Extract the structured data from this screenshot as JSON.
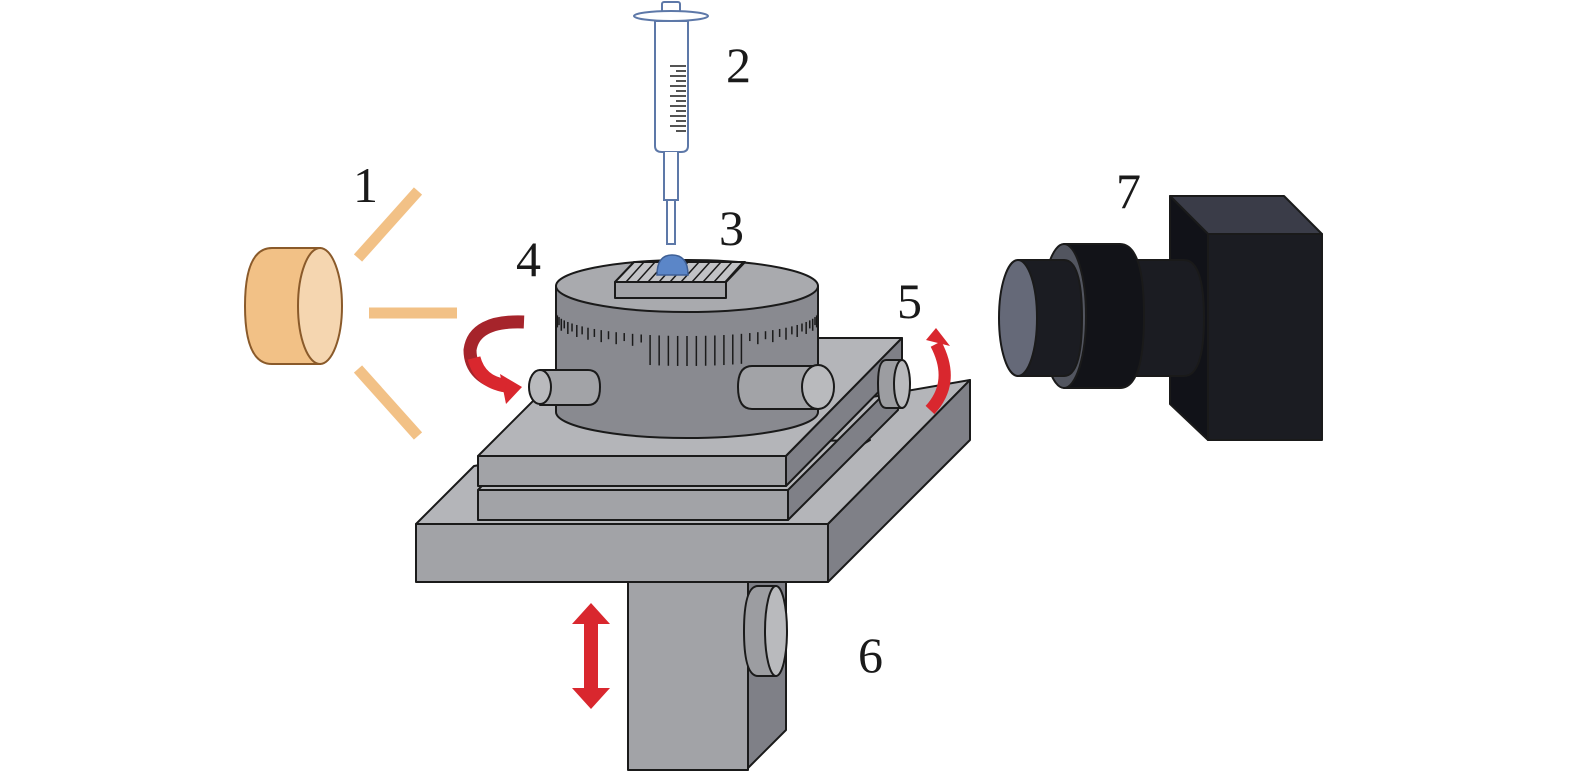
{
  "diagram": {
    "callouts": {
      "light_source": "1",
      "syringe": "2",
      "droplet_sample": "3",
      "rotation_stage": "4",
      "tilt_stage": "5",
      "lift_stage": "6",
      "camera": "7"
    },
    "colors": {
      "light_body": "#F2C186",
      "light_face": "#F5D6B0",
      "light_rays": "#F2C186",
      "stage_light": "#B4B5B9",
      "stage_mid": "#A2A3A7",
      "stage_dark": "#7F8087",
      "droplet": "#5B86C8",
      "arrow_red": "#D9272E",
      "arrow_dark_red": "#A6242B",
      "camera_body": "#1B1C22",
      "camera_top": "#3A3C48",
      "lens_face": "#656978",
      "syringe_stroke": "#5D78A8"
    },
    "icons": [
      "light-source-icon",
      "syringe-icon",
      "droplet-icon",
      "rotation-arrow-icon",
      "tilt-arrow-icon",
      "vertical-arrow-icon",
      "camera-icon"
    ]
  }
}
